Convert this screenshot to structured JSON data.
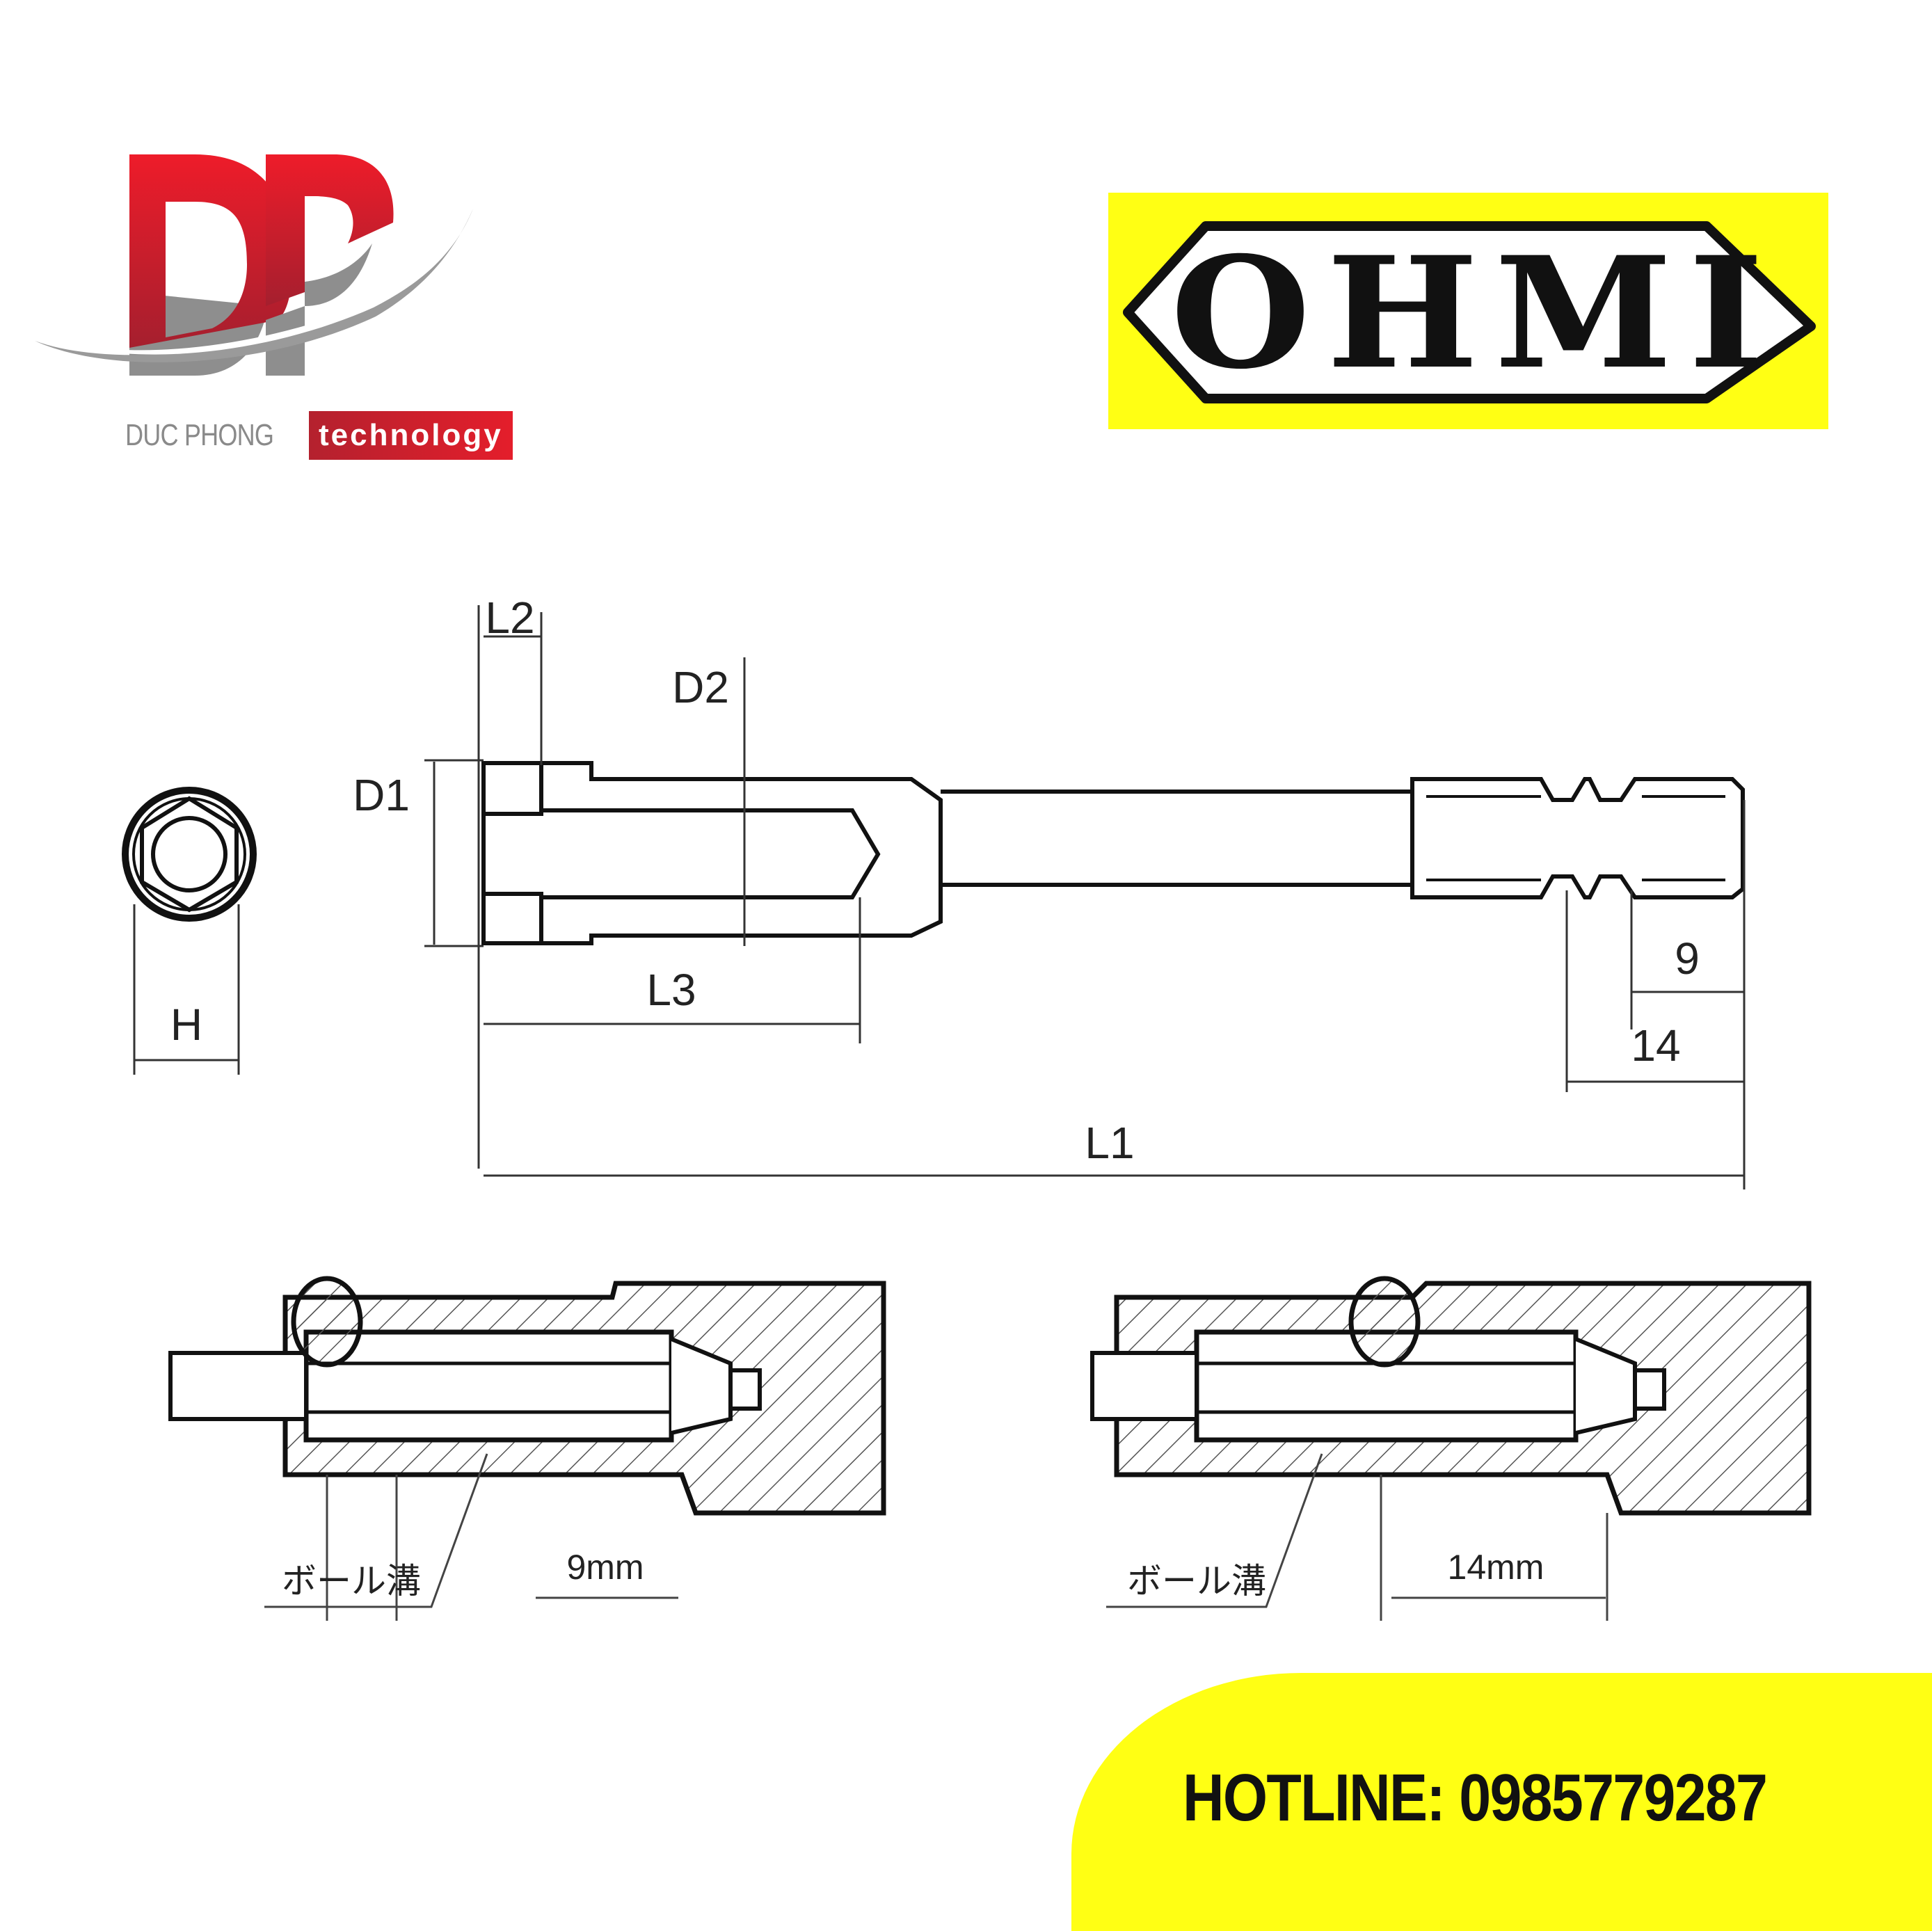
{
  "brand": {
    "logo_letters": "DP",
    "company_name": "DUC PHONG",
    "company_tag": "technology",
    "colors": {
      "red": "#e41e2b",
      "dark_red": "#b4212e",
      "gray": "#8a8a8a"
    }
  },
  "partner_logo": {
    "text": "OHMI",
    "colors": {
      "background": "#ffff14",
      "ink": "#111111",
      "plate": "#ffffff"
    }
  },
  "drawing": {
    "dimensions": {
      "L1": "L1",
      "L2": "L2",
      "L3": "L3",
      "D1": "D1",
      "D2": "D2",
      "H": "H",
      "groove_near": "9",
      "groove_far": "14"
    }
  },
  "sections": [
    {
      "label": "ボール溝",
      "dimension": "9mm"
    },
    {
      "label": "ボール溝",
      "dimension": "14mm"
    }
  ],
  "footer": {
    "hotline": "HOTLINE: 0985779287",
    "accent": "#ffff14"
  }
}
